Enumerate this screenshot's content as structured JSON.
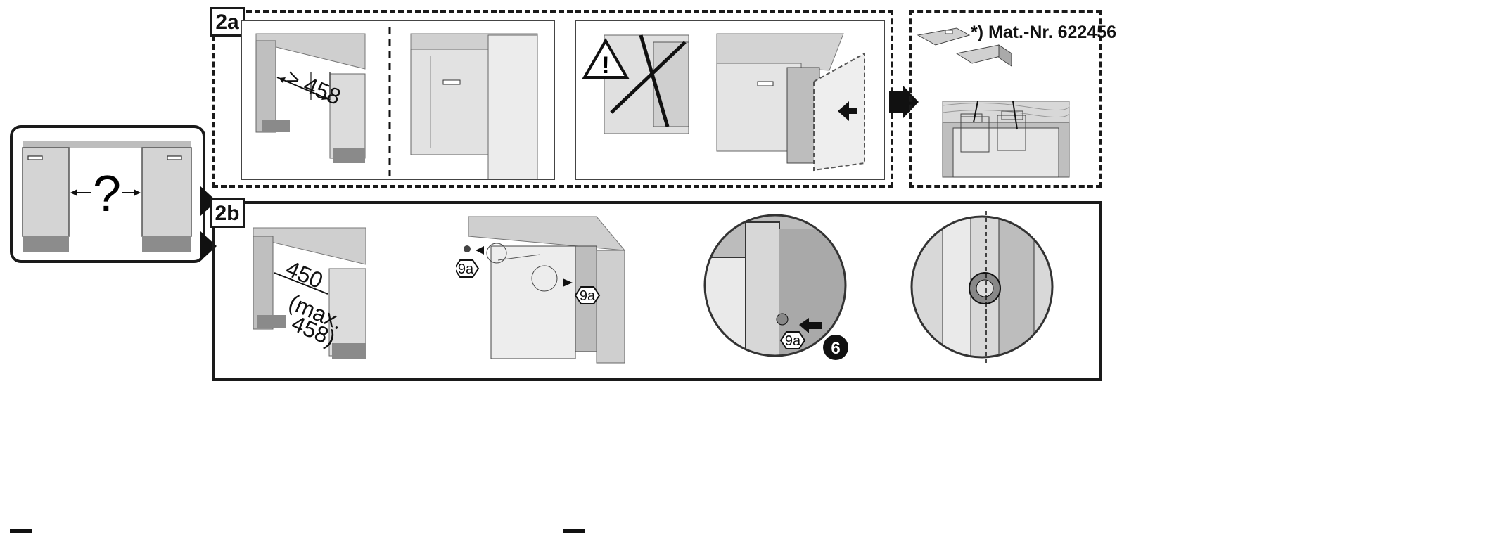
{
  "left_panel": {
    "question_mark": "?"
  },
  "section_2a": {
    "label": "2a",
    "dimension_min": "> 458",
    "warning_symbol": "!",
    "material_note": "*) Mat.-Nr. 622456"
  },
  "section_2b": {
    "label": "2b",
    "dimension_value": "450",
    "dimension_max_line1": "(max.",
    "dimension_max_line2": "458)",
    "screw_badge": "9a",
    "step_number": "6"
  },
  "bottom_markers": [
    "",
    ""
  ],
  "icons": [
    "warning-triangle-icon",
    "arrow-right-icon",
    "arrow-left-icon",
    "push-arrow-icon",
    "screw-icon"
  ],
  "colors": {
    "line": "#1a1a1a",
    "gray_light": "#d9d9d9",
    "gray_mid": "#a8a8a8",
    "gray_dark": "#6d6d6d"
  }
}
